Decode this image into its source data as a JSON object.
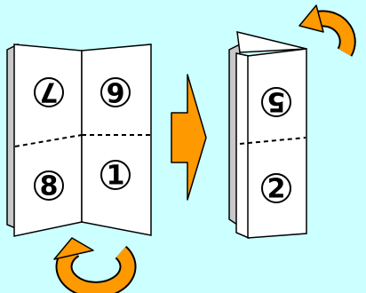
{
  "colors": {
    "background": "#ccffff",
    "page_face": "#ffffff",
    "page_back": "#c8c8c8",
    "outline": "#000000",
    "arrow": "#ff9900"
  },
  "icons": {
    "rotate_bottom": "curved-arrow-rotate-icon",
    "rotate_top": "curved-arrow-rotate-icon",
    "step_arrow": "right-arrow-icon"
  },
  "left_sheet": {
    "top_left": "7",
    "top_right": "6",
    "bottom_left": "8",
    "bottom_right": "1"
  },
  "right_sheet": {
    "top": "5",
    "bottom": "2"
  }
}
